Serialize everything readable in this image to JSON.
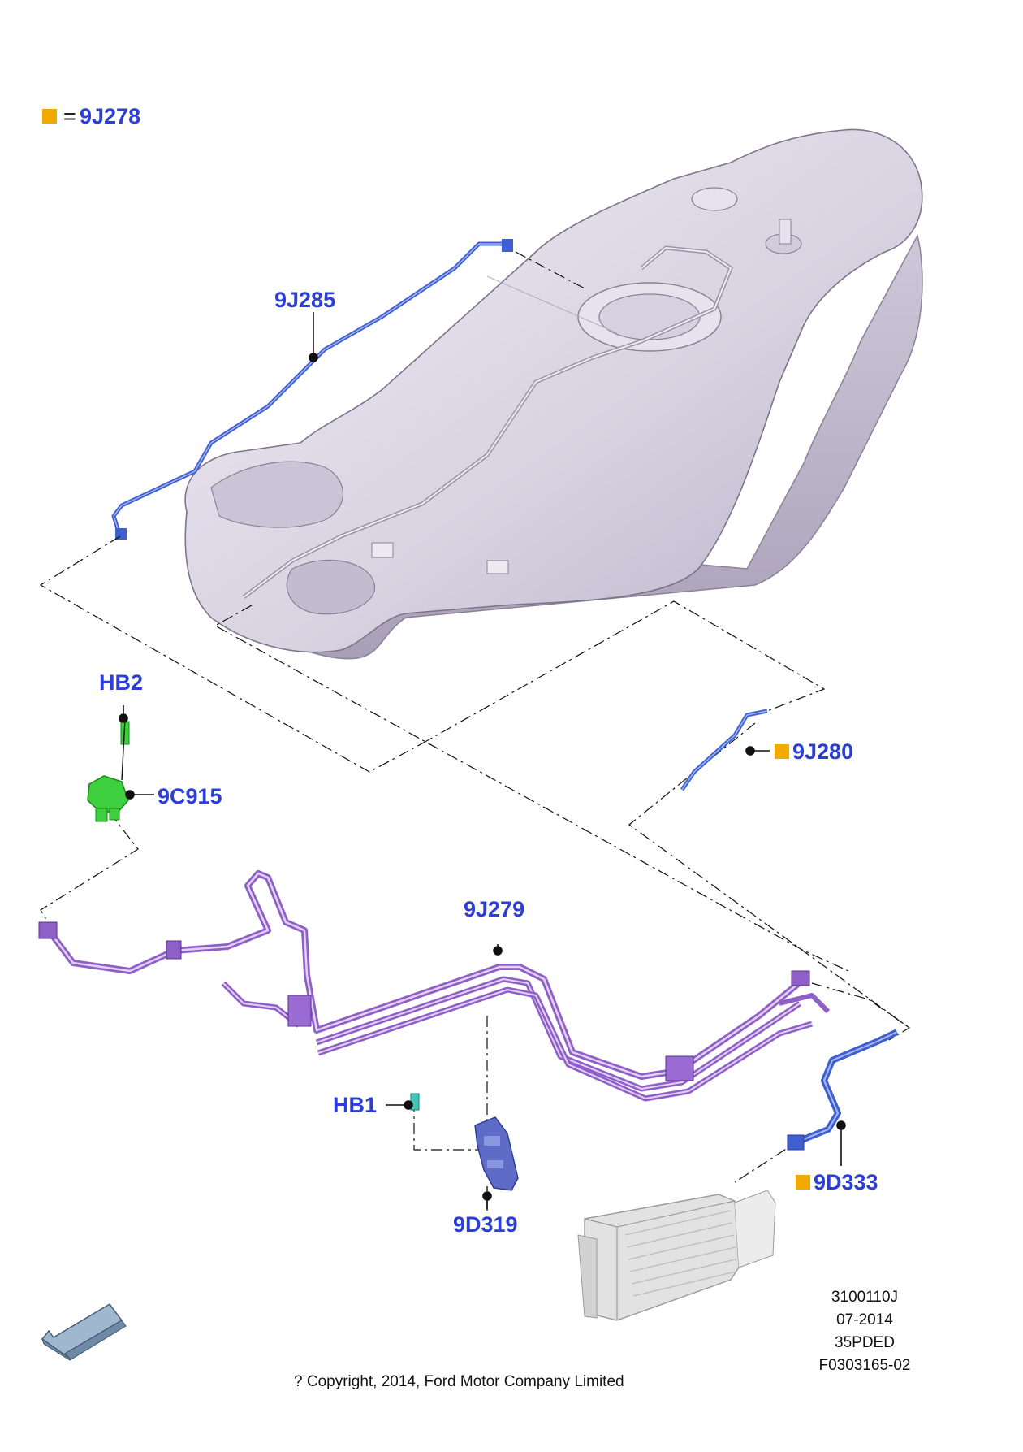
{
  "legend": {
    "marker_color": "#f2a900",
    "equals": "=",
    "part": "9J278"
  },
  "labels": {
    "p9J285": "9J285",
    "pHB2": "HB2",
    "p9C915": "9C915",
    "p9J280": "9J280",
    "p9J279": "9J279",
    "pHB1": "HB1",
    "p9D319": "9D319",
    "p9D333": "9D333"
  },
  "drawing_info": [
    "3100110J",
    "07-2014",
    "35PDED",
    "F0303165-02"
  ],
  "copyright": "? Copyright, 2014, Ford Motor Company Limited",
  "colors": {
    "label_blue": "#2b3fd6",
    "marker_orange": "#f2a900",
    "tank_fill": "#dcd6e4",
    "line_blue": "#3f5fd0",
    "line_purple": "#a070d8",
    "part_green": "#3ecf3e",
    "canister_grey": "#e2e2e2"
  },
  "icons": {
    "direction_arrow": "front-direction-arrow-icon"
  }
}
